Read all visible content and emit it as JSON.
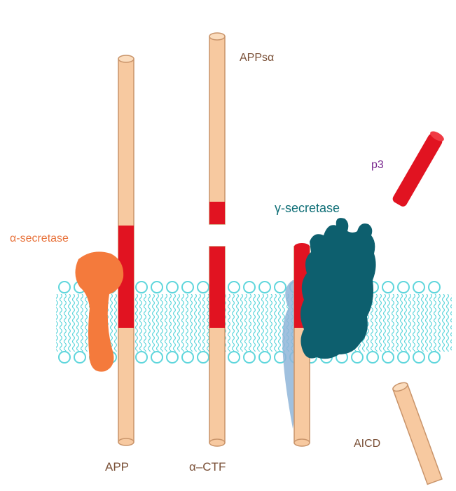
{
  "labels": {
    "app": "APP",
    "alpha_ctf": "α–CTF",
    "appsalpha": "APPsα",
    "alpha_secretase": "α-secretase",
    "gamma_secretase": "γ-secretase",
    "p3": "p3",
    "aicd": "AICD"
  },
  "colors": {
    "rod_fill": "#f7c9a0",
    "rod_stroke": "#c9946a",
    "abeta_red": "#e11321",
    "membrane": "#5fd6dc",
    "alpha_secretase": "#f47a3c",
    "gamma_secretase": "#0d5f6e",
    "nicastrin_blue": "#8fb5d8",
    "label_alpha": "#e8733c",
    "label_gamma": "#0e6e76",
    "label_p3": "#7a2a8f",
    "label_dark": "#7a5037"
  }
}
